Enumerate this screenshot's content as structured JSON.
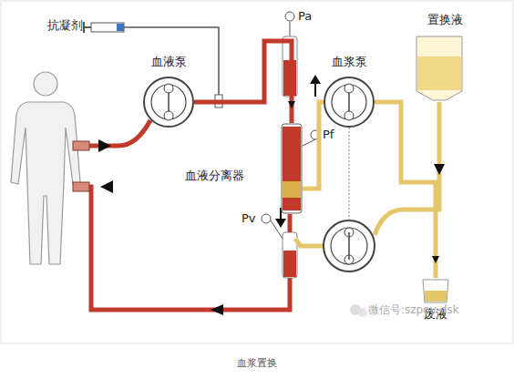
{
  "diagram": {
    "caption": "血浆置换",
    "nodes": [
      {
        "text": [
          "血液泵"
        ]
      },
      {
        "text": [
          "血液分离器"
        ]
      },
      {
        "text": [
          "血浆泵"
        ]
      },
      {
        "text": [
          "置换液"
        ]
      },
      {
        "text": [
          "废液"
        ]
      }
    ],
    "edges": [
      {
        "from": 0,
        "to": 1,
        "arrow": "to"
      },
      {
        "from": 1,
        "to": 2,
        "arrow": "none"
      },
      {
        "from": 2,
        "to": 4,
        "arrow": "to"
      }
    ],
    "labels": [
      "抗凝剂",
      "Pa",
      "Pf",
      "Pv",
      "微信号:szpoy-dsk"
    ]
  }
}
